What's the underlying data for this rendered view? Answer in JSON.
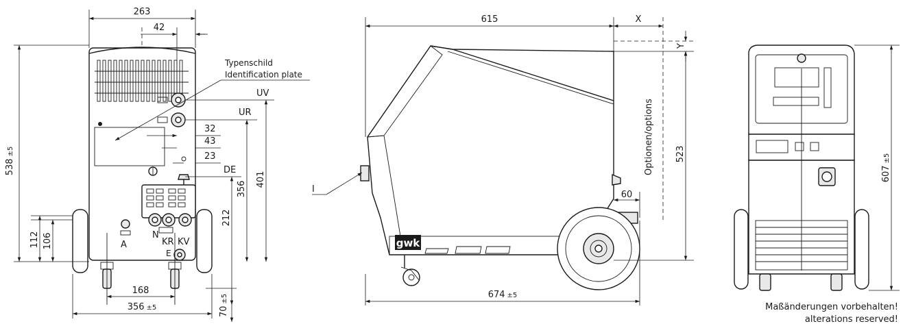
{
  "front_view": {
    "width": "263",
    "offset_42": "42",
    "height": "538",
    "height_tol": "±5",
    "uv_label": "UV",
    "ur_label": "UR",
    "de_label": "DE",
    "dim_32": "32",
    "dim_43": "43",
    "dim_23": "23",
    "dim_356v": "356",
    "dim_401": "401",
    "dim_212": "212",
    "dim_112": "112",
    "dim_106": "106",
    "dim_168": "168",
    "track": "356",
    "track_tol": "±5",
    "dim_70": "70",
    "dim_70_tol": "±5",
    "label_a": "A",
    "label_n": "N",
    "label_kr": "KR",
    "label_kv": "KV",
    "label_e": "E"
  },
  "plate": {
    "line1": "Typenschild",
    "line2": "Identification plate"
  },
  "side_view": {
    "length": "615",
    "x_label": "X",
    "y_label": "Y",
    "options": "Optionen/options",
    "height_523": "523",
    "dim_60": "60",
    "total_length": "674",
    "total_tol": "±5",
    "callout_i": "I",
    "brand": "gwk"
  },
  "rear_view": {
    "height": "607",
    "height_tol": "±5"
  },
  "note": {
    "line1": "Maßänderungen vorbehalten!",
    "line2": "alterations reserved!"
  }
}
